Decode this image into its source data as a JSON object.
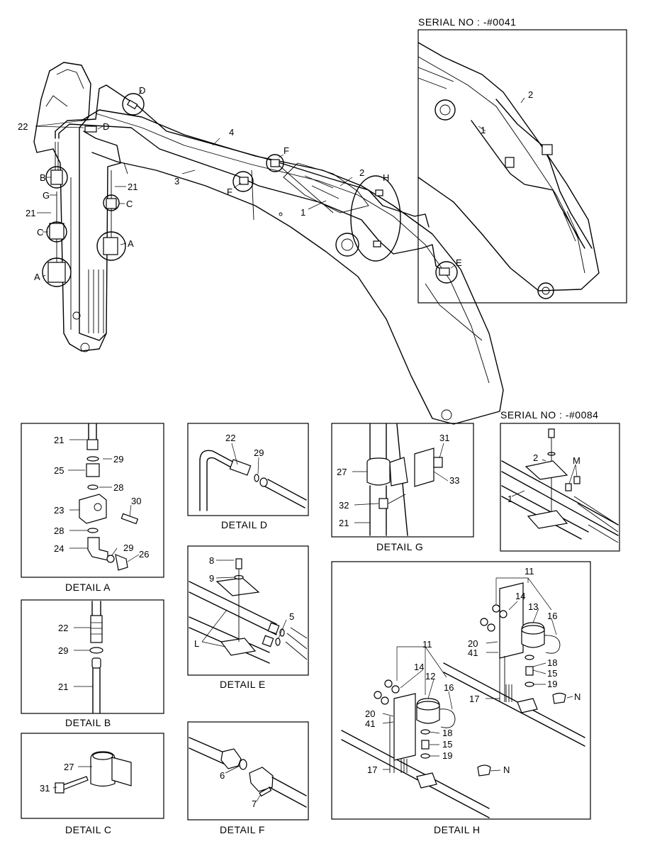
{
  "serial_top": "SERIAL NO : -#0041",
  "serial_mid": "SERIAL NO : -#0084",
  "details": {
    "a": "DETAIL  A",
    "b": "DETAIL  B",
    "c": "DETAIL  C",
    "d": "DETAIL  D",
    "e": "DETAIL  E",
    "f": "DETAIL  F",
    "g": "DETAIL  G",
    "h": "DETAIL  H"
  },
  "main_callouts": [
    "D",
    "22",
    "D",
    "4",
    "F",
    "3",
    "F",
    "2",
    "H",
    "1",
    "B",
    "G",
    "21",
    "21",
    "C",
    "C",
    "A",
    "A",
    "E"
  ],
  "inset_callouts": [
    "2",
    "1"
  ],
  "detail_a_parts": [
    "21",
    "29",
    "25",
    "28",
    "23",
    "30",
    "28",
    "24",
    "29",
    "26"
  ],
  "detail_b_parts": [
    "22",
    "29",
    "21"
  ],
  "detail_c_parts": [
    "27",
    "31"
  ],
  "detail_d_parts": [
    "22",
    "29"
  ],
  "detail_e_parts": [
    "8",
    "9",
    "5",
    "L"
  ],
  "detail_f_parts": [
    "6",
    "7"
  ],
  "detail_g_parts": [
    "31",
    "27",
    "33",
    "32",
    "21"
  ],
  "detail_m_parts": [
    "2",
    "M",
    "1"
  ],
  "detail_h_parts": [
    "11",
    "14",
    "13",
    "16",
    "20",
    "41",
    "18",
    "15",
    "19",
    "17",
    "N",
    "11",
    "14",
    "12",
    "16",
    "20",
    "41",
    "18",
    "15",
    "19",
    "17",
    "N"
  ]
}
